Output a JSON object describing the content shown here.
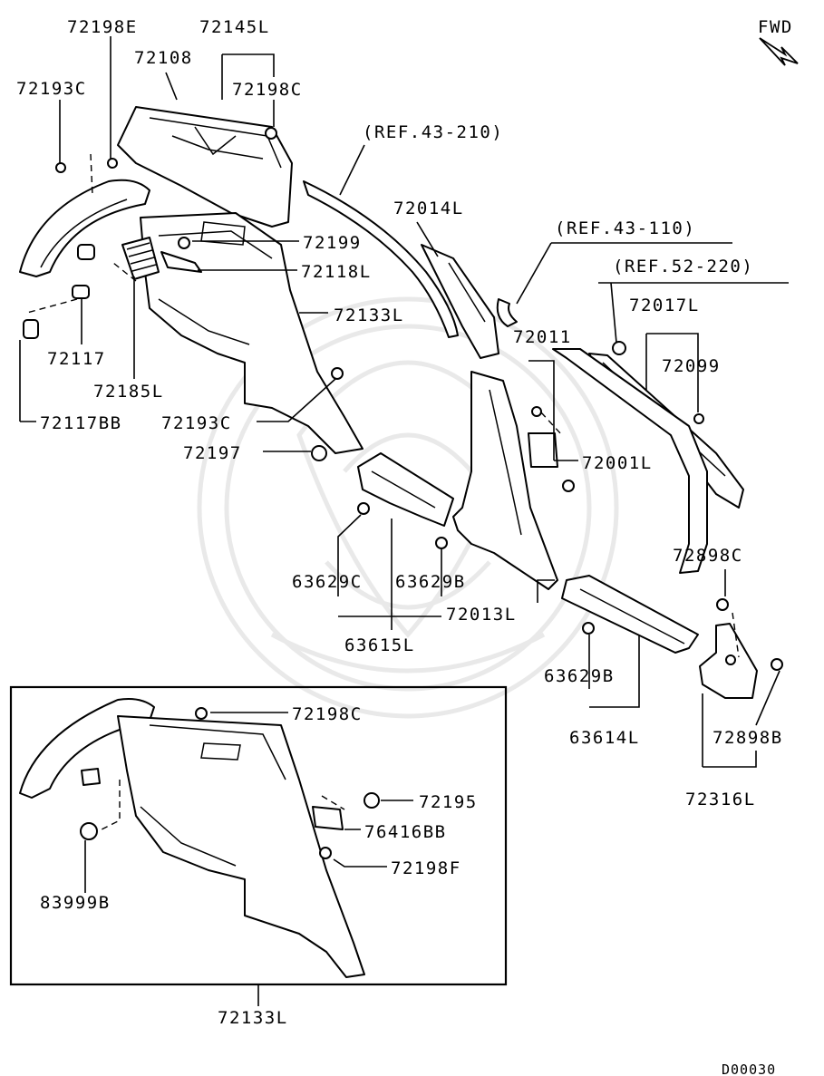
{
  "direction_label": "FWD",
  "drawing_code": "D00030",
  "references": {
    "ref_43_210": "(REF.43-210)",
    "ref_43_110": "(REF.43-110)",
    "ref_52_220": "(REF.52-220)"
  },
  "callouts": {
    "p72198E": "72198E",
    "p72145L": "72145L",
    "p72108": "72108",
    "p72198C_top": "72198C",
    "p72193C_top": "72193C",
    "p72199": "72199",
    "p72118L": "72118L",
    "p72133L_main": "72133L",
    "p72117": "72117",
    "p72185L": "72185L",
    "p72117BB": "72117BB",
    "p72193C_mid": "72193C",
    "p72197": "72197",
    "p72014L": "72014L",
    "p72011": "72011",
    "p72017L": "72017L",
    "p72099": "72099",
    "p72001L": "72001L",
    "p72898C": "72898C",
    "p63629C": "63629C",
    "p63629B_mid": "63629B",
    "p72013L": "72013L",
    "p63615L": "63615L",
    "p63629B_right": "63629B",
    "p63614L": "63614L",
    "p72898B": "72898B",
    "p72316L": "72316L"
  },
  "inset": {
    "p72198C": "72198C",
    "p72195": "72195",
    "p76416BB": "76416BB",
    "p72198F": "72198F",
    "p83999B": "83999B",
    "title": "72133L"
  }
}
